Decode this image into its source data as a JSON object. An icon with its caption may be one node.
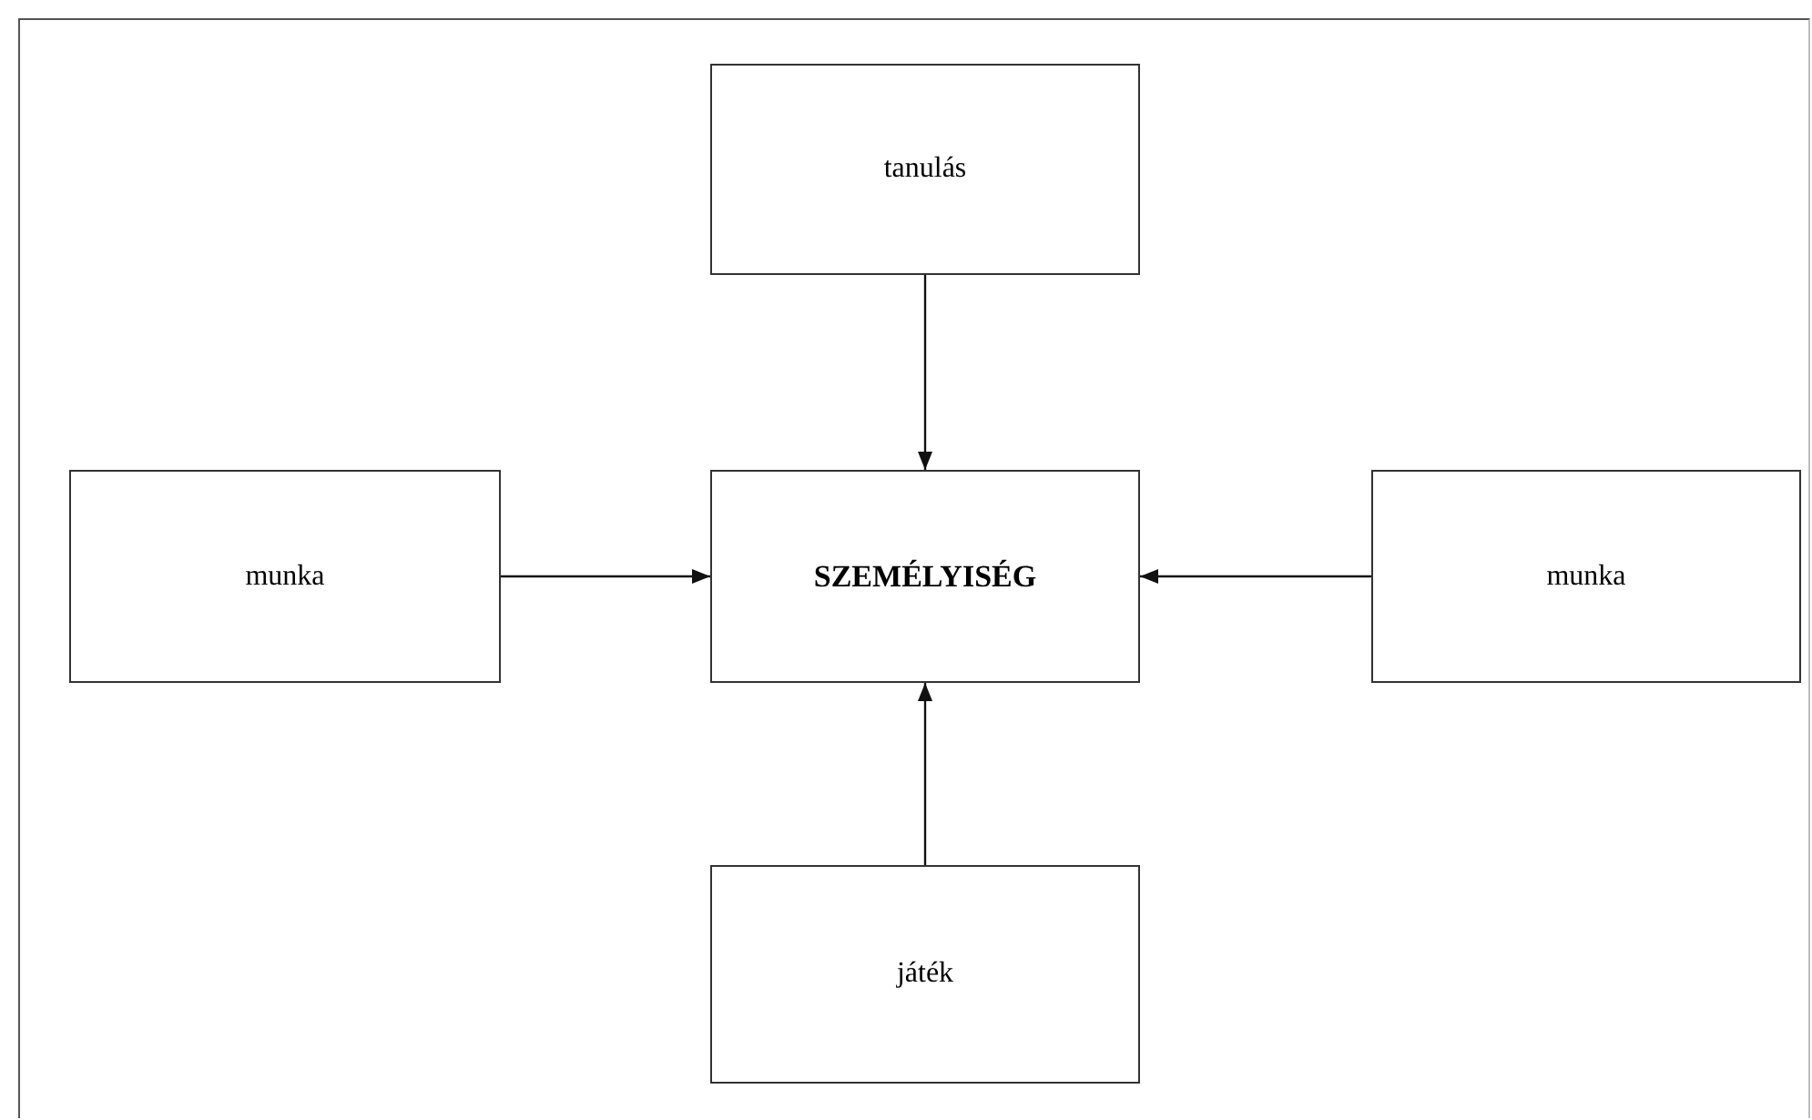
{
  "diagram": {
    "nodes": [
      {
        "text": [
          "tanulás"
        ]
      },
      {
        "text": [
          "munka"
        ]
      },
      {
        "text": [
          "SZEMÉLYISÉG"
        ]
      },
      {
        "text": [
          "munka"
        ]
      },
      {
        "text": [
          "játék"
        ]
      }
    ],
    "edges": [
      {
        "from": 0,
        "to": 2,
        "arrow": "to"
      },
      {
        "from": 1,
        "to": 2,
        "arrow": "to"
      },
      {
        "from": 3,
        "to": 2,
        "arrow": "to"
      },
      {
        "from": 4,
        "to": 2,
        "arrow": "to"
      }
    ]
  }
}
